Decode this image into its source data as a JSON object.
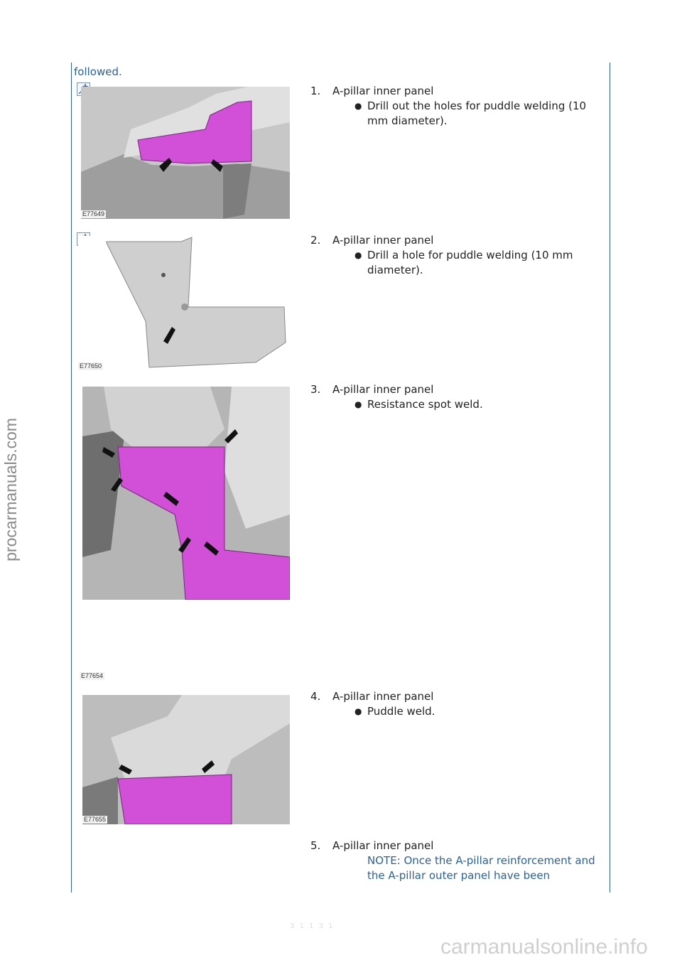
{
  "intro": "followed.",
  "steps": [
    {
      "num": "1.",
      "title": "A-pillar inner panel",
      "bullet": "Drill out the holes for puddle welding (10 mm diameter).",
      "figure": "E77649"
    },
    {
      "num": "2.",
      "title": "A-pillar inner panel",
      "bullet": "Drill a hole for puddle welding (10 mm diameter).",
      "figure": "E77650"
    },
    {
      "num": "3.",
      "title": "A-pillar inner panel",
      "bullet": "Resistance spot weld.",
      "figure": "E77654"
    },
    {
      "num": "4.",
      "title": "A-pillar inner panel",
      "bullet": "Puddle weld.",
      "figure": "E77655"
    },
    {
      "num": "5.",
      "title": "A-pillar inner panel",
      "note": "NOTE: Once the A-pillar reinforcement and the A-pillar outer panel have been"
    }
  ],
  "watermark": "procarmanuals.com",
  "footer_watermark": "carmanualsonline.info",
  "page_number": "3 1 1 3 1",
  "colors": {
    "rule": "#2b5fa8",
    "highlight": "#d24fd8",
    "note": "#2b5fa8"
  },
  "icons": [
    "zoom-in-icon",
    "arrow-icon",
    "bullet-icon"
  ]
}
